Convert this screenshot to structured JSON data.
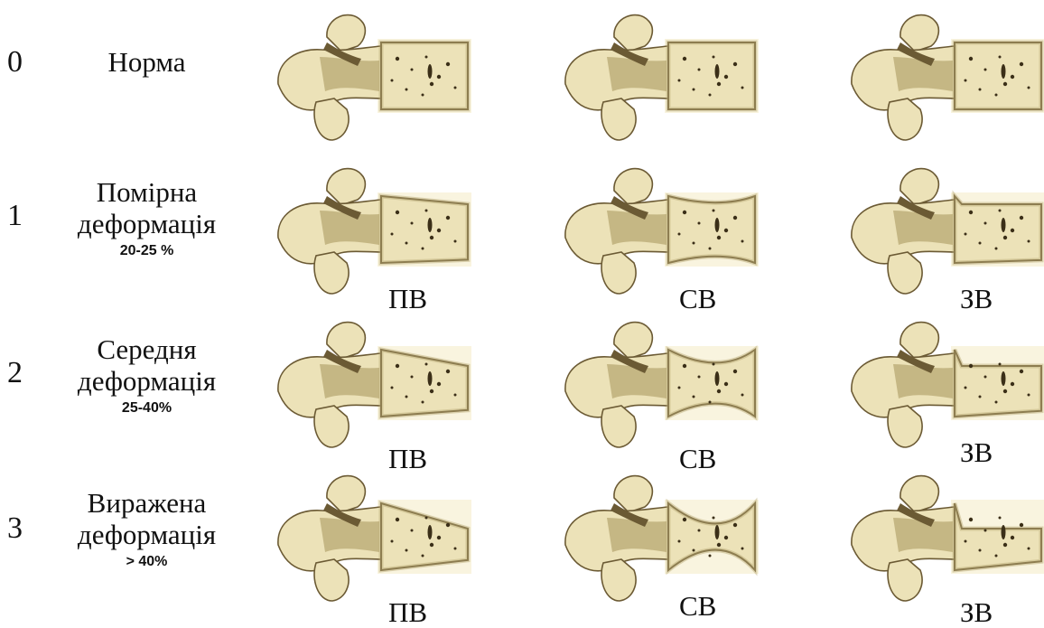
{
  "colors": {
    "bone": "#ece2b8",
    "bone_shade": "#b8a873",
    "bone_dark": "#6b5a34",
    "bone_light": "#f7f0d2",
    "pore": "#3b2f18"
  },
  "rows": [
    {
      "grade": "0",
      "title_1": "Норма",
      "title_2": "",
      "percent": "",
      "views": [
        {
          "tag": "",
          "shape": "normal",
          "icon": "vertebra-normal"
        },
        {
          "tag": "",
          "shape": "normal",
          "icon": "vertebra-normal"
        },
        {
          "tag": "",
          "shape": "normal",
          "icon": "vertebra-normal"
        }
      ]
    },
    {
      "grade": "1",
      "title_1": "Помірна",
      "title_2": "деформація",
      "percent": "20-25 %",
      "views": [
        {
          "tag": "ПВ",
          "shape": "wedge-mild",
          "icon": "vertebra-wedge"
        },
        {
          "tag": "СВ",
          "shape": "biconcave-mild",
          "icon": "vertebra-biconcave"
        },
        {
          "tag": "ЗВ",
          "shape": "crush-mild",
          "icon": "vertebra-crush"
        }
      ]
    },
    {
      "grade": "2",
      "title_1": "Середня",
      "title_2": "деформація",
      "percent": "25-40%",
      "views": [
        {
          "tag": "ПВ",
          "shape": "wedge-moderate",
          "icon": "vertebra-wedge"
        },
        {
          "tag": "СВ",
          "shape": "biconcave-moderate",
          "icon": "vertebra-biconcave"
        },
        {
          "tag": "ЗВ",
          "shape": "crush-moderate",
          "icon": "vertebra-crush"
        }
      ]
    },
    {
      "grade": "3",
      "title_1": "Виражена",
      "title_2": "деформація",
      "percent": "> 40%",
      "views": [
        {
          "tag": "ПВ",
          "shape": "wedge-severe",
          "icon": "vertebra-wedge"
        },
        {
          "tag": "СВ",
          "shape": "biconcave-severe",
          "icon": "vertebra-biconcave"
        },
        {
          "tag": "ЗВ",
          "shape": "crush-severe",
          "icon": "vertebra-crush"
        }
      ]
    }
  ]
}
